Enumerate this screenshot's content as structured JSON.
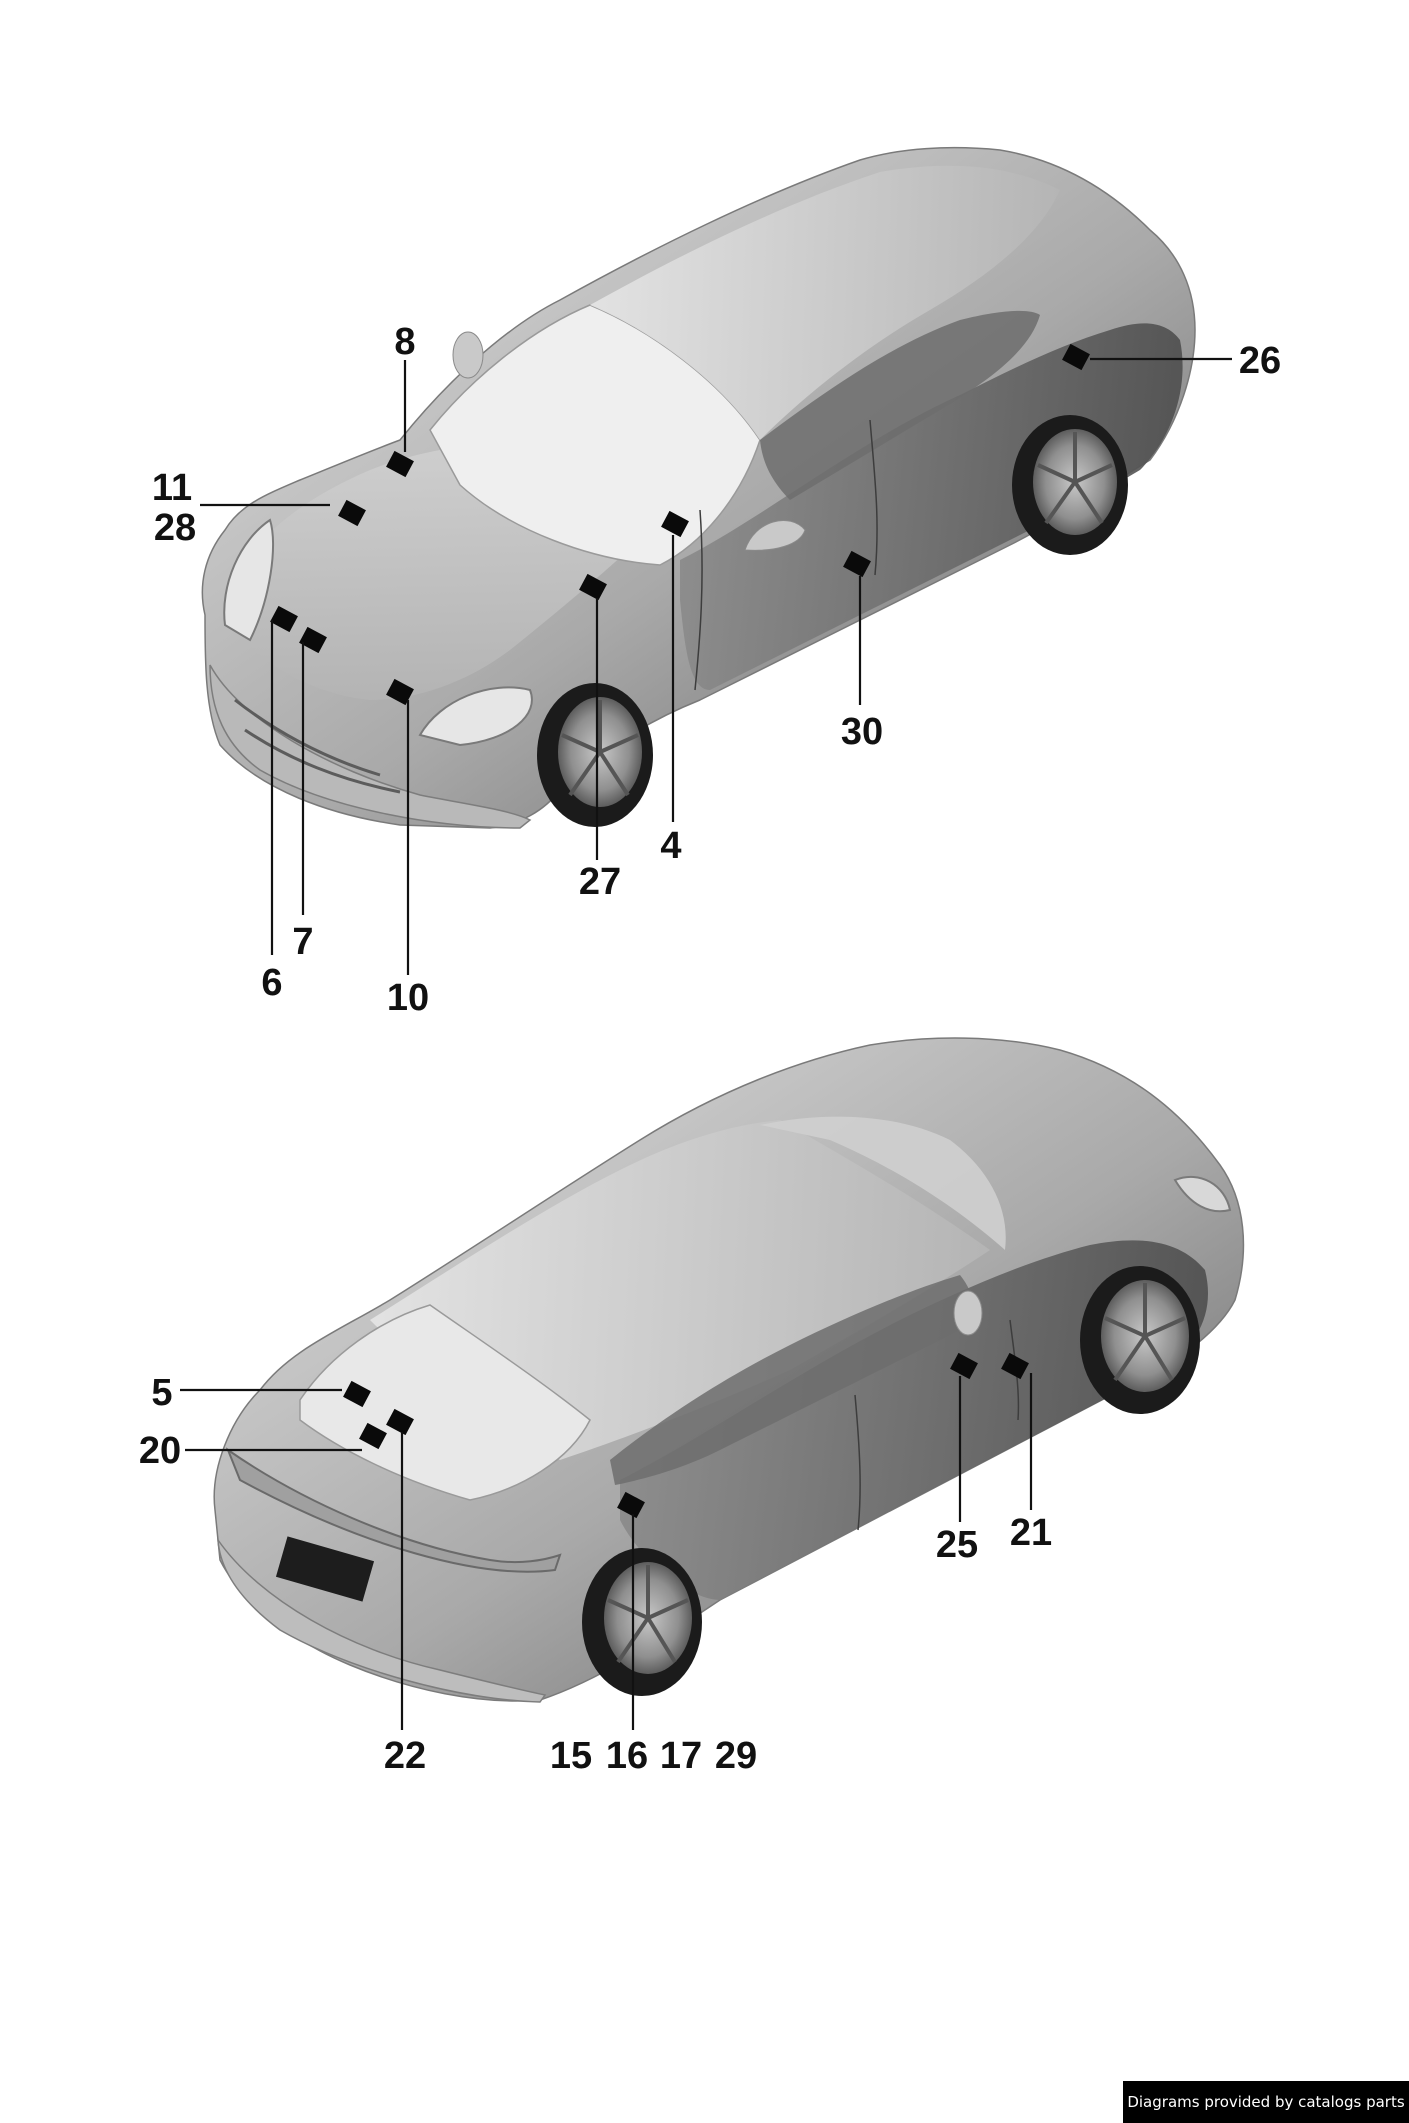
{
  "credit": "Diagrams provided by catalogs parts",
  "colors": {
    "ink": "#111111",
    "marker": "#0a0a0a",
    "body_light": "#d2d2d2",
    "body_mid": "#9a9a9a",
    "body_dark": "#5c5c5c",
    "glass": "#ececec",
    "tire": "#1b1b1b",
    "credit_bg": "#000000"
  },
  "views": [
    {
      "name": "front-view",
      "callouts": [
        {
          "key": "8",
          "label": "8"
        },
        {
          "key": "11",
          "label": "11"
        },
        {
          "key": "28",
          "label": "28"
        },
        {
          "key": "26",
          "label": "26"
        },
        {
          "key": "4",
          "label": "4"
        },
        {
          "key": "30",
          "label": "30"
        },
        {
          "key": "27",
          "label": "27"
        },
        {
          "key": "7",
          "label": "7"
        },
        {
          "key": "6",
          "label": "6"
        },
        {
          "key": "10",
          "label": "10"
        }
      ]
    },
    {
      "name": "rear-view",
      "callouts": [
        {
          "key": "5",
          "label": "5"
        },
        {
          "key": "20",
          "label": "20"
        },
        {
          "key": "22",
          "label": "22"
        },
        {
          "key": "25",
          "label": "25"
        },
        {
          "key": "21",
          "label": "21"
        },
        {
          "key": "15",
          "label": "15"
        },
        {
          "key": "16",
          "label": "16"
        },
        {
          "key": "17",
          "label": "17"
        },
        {
          "key": "29",
          "label": "29"
        }
      ]
    }
  ]
}
